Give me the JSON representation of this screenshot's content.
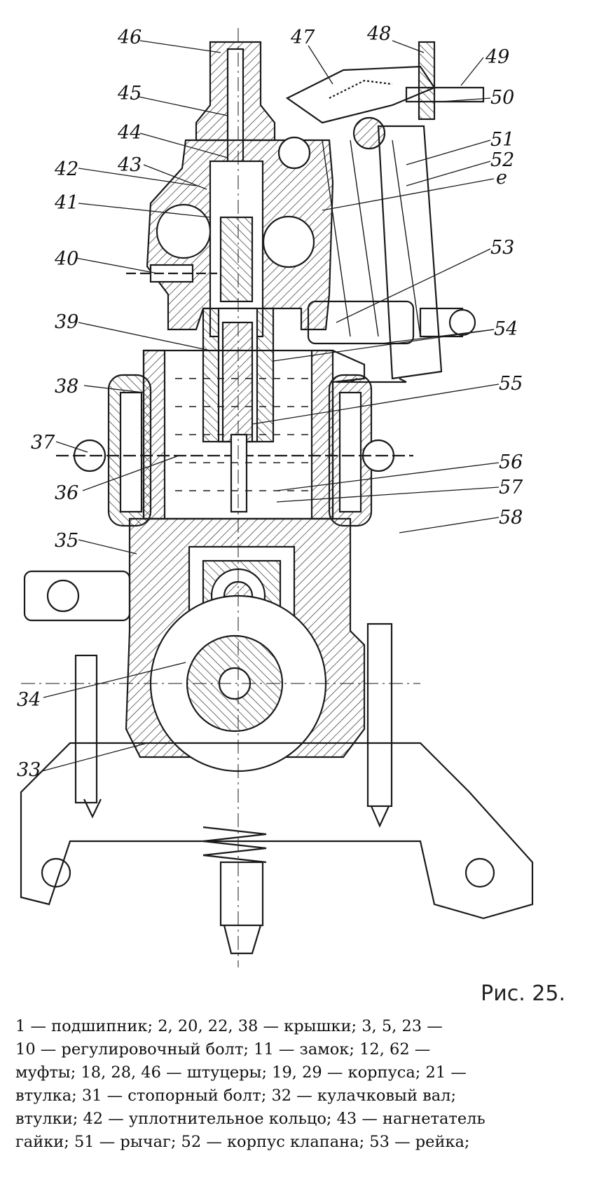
{
  "figure": {
    "caption": "Рис. 25.",
    "callouts": [
      {
        "id": "46",
        "text": "46"
      },
      {
        "id": "47",
        "text": "47"
      },
      {
        "id": "48",
        "text": "48"
      },
      {
        "id": "49",
        "text": "49"
      },
      {
        "id": "50",
        "text": "50"
      },
      {
        "id": "45",
        "text": "45"
      },
      {
        "id": "44",
        "text": "44"
      },
      {
        "id": "51",
        "text": "51"
      },
      {
        "id": "42",
        "text": "42"
      },
      {
        "id": "43",
        "text": "43"
      },
      {
        "id": "52",
        "text": "52"
      },
      {
        "id": "e",
        "text": "е"
      },
      {
        "id": "41",
        "text": "41"
      },
      {
        "id": "53",
        "text": "53"
      },
      {
        "id": "40",
        "text": "40"
      },
      {
        "id": "39",
        "text": "39"
      },
      {
        "id": "54",
        "text": "54"
      },
      {
        "id": "38",
        "text": "38"
      },
      {
        "id": "55",
        "text": "55"
      },
      {
        "id": "37",
        "text": "37"
      },
      {
        "id": "36",
        "text": "36"
      },
      {
        "id": "56",
        "text": "56"
      },
      {
        "id": "57",
        "text": "57"
      },
      {
        "id": "58",
        "text": "58"
      },
      {
        "id": "35",
        "text": "35"
      },
      {
        "id": "34",
        "text": "34"
      },
      {
        "id": "33",
        "text": "33"
      }
    ]
  },
  "legend": {
    "lines": [
      "1 — подшипник; 2, 20, 22, 38 — крышки; 3, 5, 23 —",
      "10 — регулировочный болт; 11 — замок; 12, 62 —",
      "муфты; 18, 28, 46 — штуцеры; 19, 29 — корпуса; 21 —",
      "втулка; 31 — стопорный болт; 32 — кулачковый вал;",
      "втулки; 42 — уплотнительное кольцо; 43 — нагнетатель",
      "гайки; 51 — рычаг; 52 — корпус клапана; 53 — рейка;"
    ]
  },
  "colors": {
    "ink": "#1a1a1a",
    "paper": "#ffffff"
  }
}
